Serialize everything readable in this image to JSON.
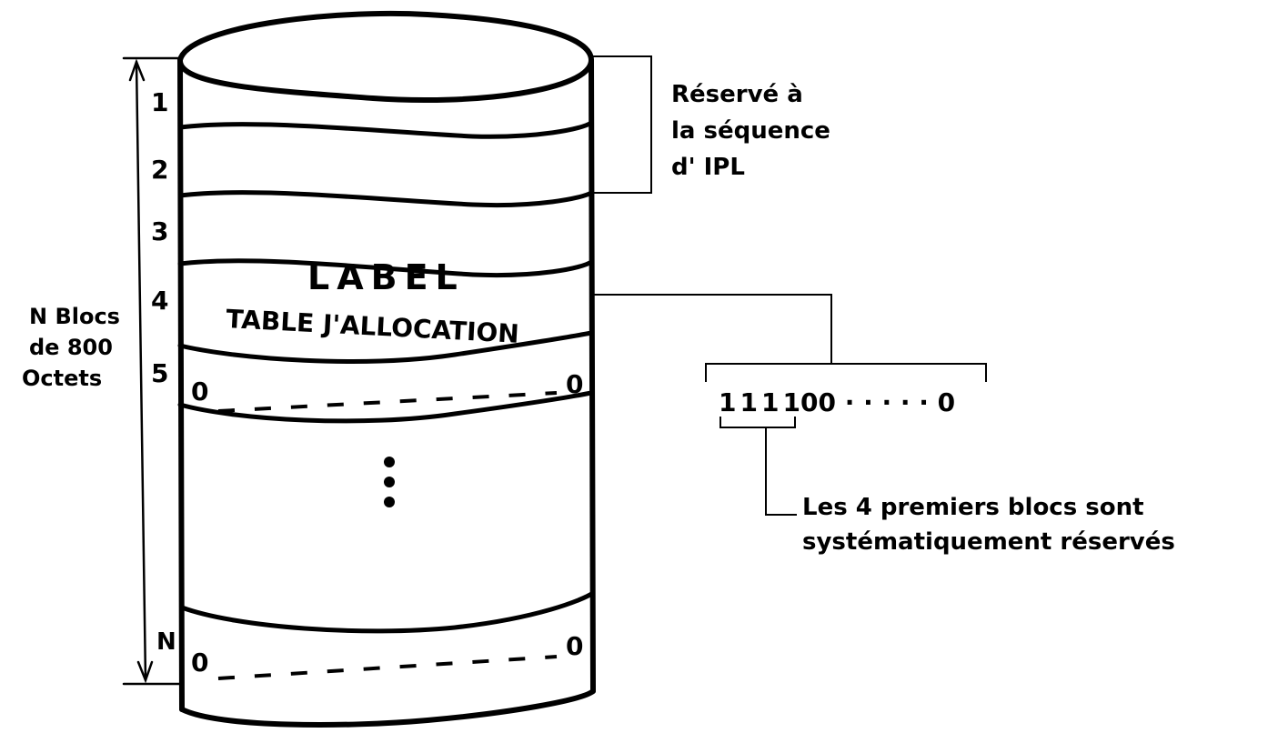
{
  "cylinder": {
    "block_numbers": [
      "1",
      "2",
      "3",
      "4",
      "5",
      "N"
    ],
    "label_text": "LABEL",
    "allocation_table_text": "TABLE J'ALLOCATION",
    "block5_left_zero": "0",
    "block5_right_zero": "0",
    "blockN_left_zero": "0",
    "blockN_right_zero": "0"
  },
  "size_annotation": {
    "line1": "N Blocs",
    "line2": "de 800",
    "line3": "Octets"
  },
  "ipl_annotation": {
    "line1": "Réservé à",
    "line2": "la séquence",
    "line3": "d' IPL"
  },
  "bitmap": {
    "reserved_bits": "1111",
    "rest": "00 · · · · · 0"
  },
  "bitmap_note": {
    "line1": "Les 4 premiers blocs sont",
    "line2": "systématiquement réservés"
  },
  "colors": {
    "ink": "#000000",
    "paper": "#ffffff"
  }
}
